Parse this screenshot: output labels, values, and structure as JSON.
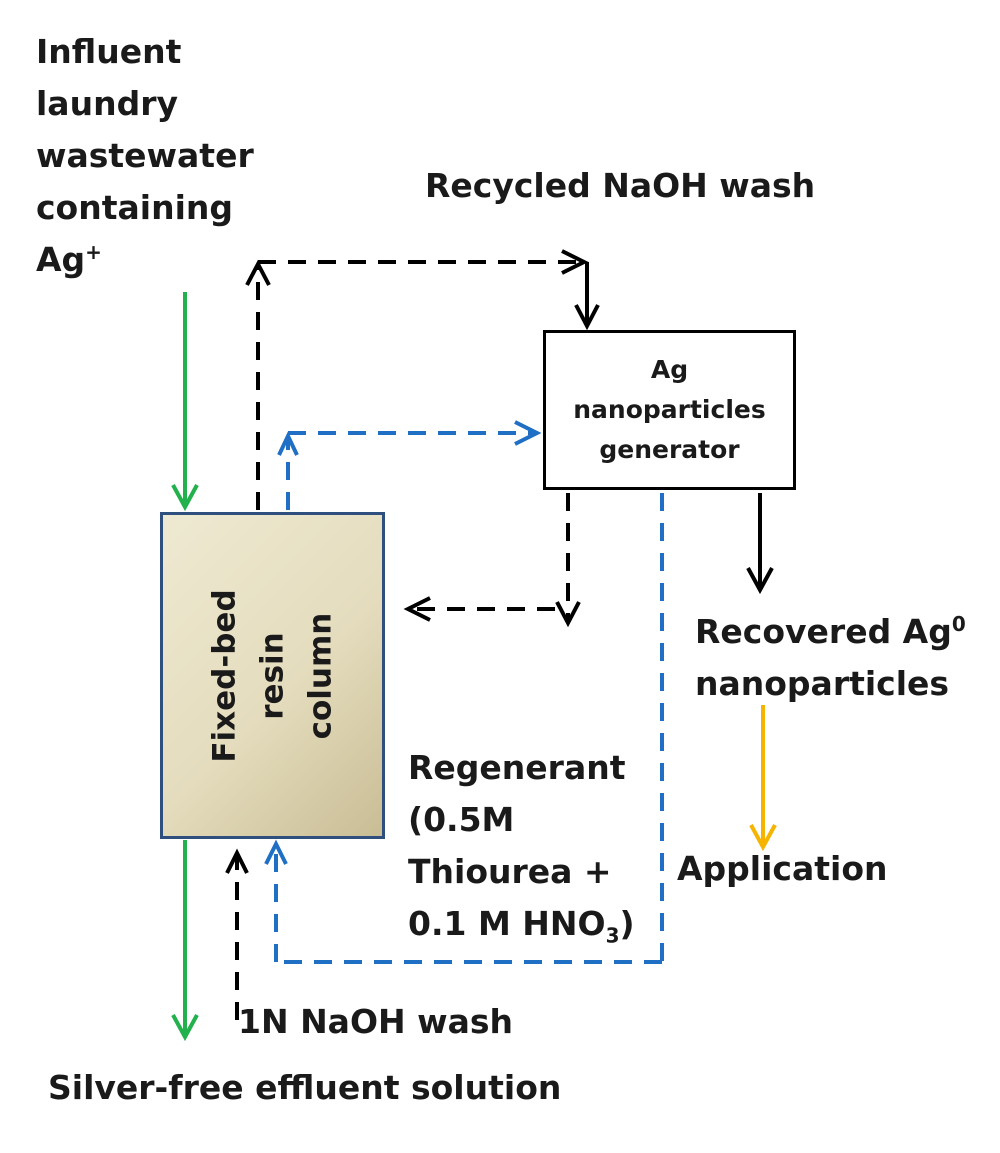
{
  "influent": {
    "lines": [
      "Influent",
      "laundry",
      "wastewater",
      "containing",
      "Ag"
    ],
    "ion": "+"
  },
  "recycled_wash_label": "Recycled NaOH wash",
  "generator": {
    "lines": [
      "Ag",
      "nanoparticles",
      "generator"
    ]
  },
  "column": {
    "lines": [
      "Fixed-bed",
      "resin",
      "column"
    ]
  },
  "recovered": {
    "line1": "Recovered Ag",
    "sup": "0",
    "line2": "nanoparticles"
  },
  "application_label": "Application",
  "regenerant": {
    "line1": "Regenerant",
    "line2": "(0.5M",
    "line3": "Thiourea +",
    "line4_prefix": "0.1 M HNO",
    "line4_sub": "3",
    "line4_suffix": ")"
  },
  "naoh_wash_label": "1N NaOH wash",
  "effluent_label": "Silver-free effluent solution",
  "colors": {
    "green": "#22b14c",
    "blue": "#1f6fc5",
    "black": "#000000",
    "orange": "#f5b400",
    "column_border": "#2f4f7f"
  }
}
